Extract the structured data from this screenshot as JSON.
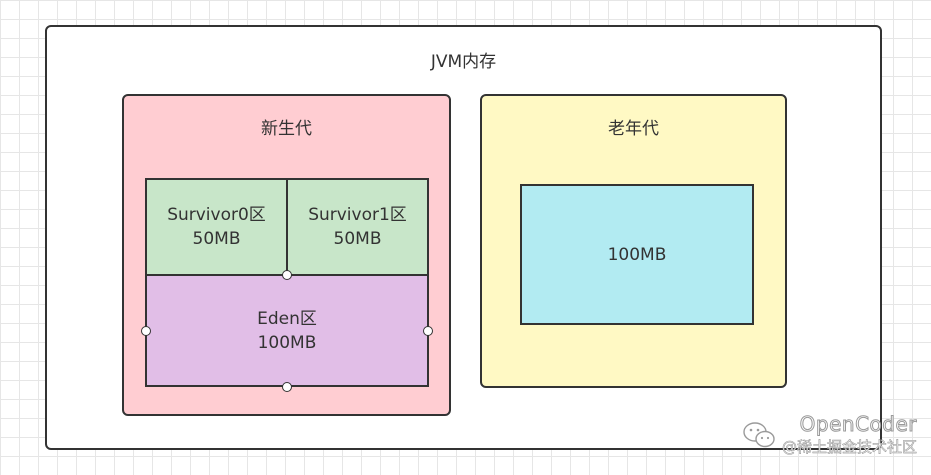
{
  "jvm": {
    "title": "JVM内存",
    "young": {
      "title": "新生代",
      "survivor0": {
        "label": "Survivor0区",
        "size": "50MB"
      },
      "survivor1": {
        "label": "Survivor1区",
        "size": "50MB"
      },
      "eden": {
        "label": "Eden区",
        "size": "100MB"
      }
    },
    "old": {
      "title": "老年代",
      "size": "100MB"
    }
  },
  "watermark": {
    "name": "OpenCoder",
    "sub": "@稀土掘金技术社区",
    "icon": "wechat-icon"
  },
  "colors": {
    "young_bg": "#ffcdd2",
    "old_bg": "#fff9c4",
    "survivor_bg": "#c8e6c9",
    "eden_bg": "#e1bee7",
    "old_inner_bg": "#b2ebf2"
  }
}
